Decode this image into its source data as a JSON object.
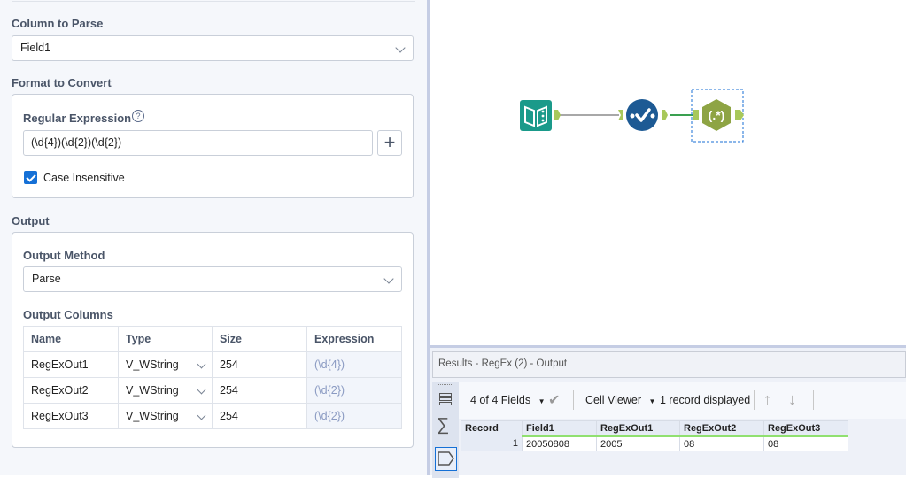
{
  "config": {
    "column_to_parse": {
      "label": "Column to Parse",
      "value": "Field1"
    },
    "format_to_convert": {
      "label": "Format to Convert",
      "regex_label": "Regular Expression",
      "help_icon": "question-circle-icon",
      "regex_value": "(\\d{4})(\\d{2})(\\d{2})",
      "add_button": "+",
      "case_insensitive_label": "Case Insensitive",
      "case_insensitive_checked": true
    },
    "output": {
      "label": "Output",
      "method_label": "Output Method",
      "method_value": "Parse",
      "columns_label": "Output Columns",
      "headers": [
        "Name",
        "Type",
        "Size",
        "Expression"
      ],
      "rows": [
        {
          "name": "RegExOut1",
          "type": "V_WString",
          "size": "254",
          "expression": "(\\d{4})"
        },
        {
          "name": "RegExOut2",
          "type": "V_WString",
          "size": "254",
          "expression": "(\\d{2})"
        },
        {
          "name": "RegExOut3",
          "type": "V_WString",
          "size": "254",
          "expression": "(\\d{2})"
        }
      ]
    }
  },
  "canvas": {
    "tools": [
      {
        "name": "input-data-tool",
        "color": "#1a9a8a"
      },
      {
        "name": "select-tool",
        "color": "#1d5a94"
      },
      {
        "name": "regex-tool",
        "label": "(.*)",
        "color": "#8ea444"
      }
    ]
  },
  "results": {
    "title": "Results - RegEx (2) - Output",
    "fields_selector": "4 of 4 Fields",
    "viewer_selector": "Cell Viewer",
    "record_count": "1 record displayed",
    "headers": [
      "Record",
      "Field1",
      "RegExOut1",
      "RegExOut2",
      "RegExOut3"
    ],
    "rows": [
      {
        "record": "1",
        "Field1": "20050808",
        "RegExOut1": "2005",
        "RegExOut2": "08",
        "RegExOut3": "08"
      }
    ]
  }
}
